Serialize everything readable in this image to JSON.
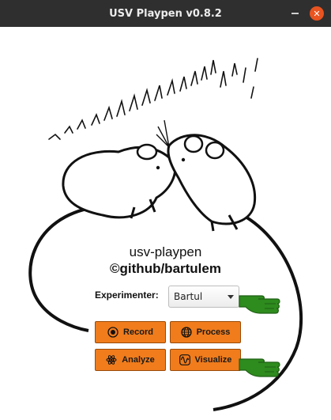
{
  "window": {
    "title": "USV Playpen v0.8.2"
  },
  "app": {
    "name": "usv-playpen",
    "credit": "©github/bartulem"
  },
  "experimenter": {
    "label": "Experimenter:",
    "selected": "Bartul"
  },
  "buttons": {
    "record": "Record",
    "process": "Process",
    "analyze": "Analyze",
    "visualize": "Visualize"
  },
  "colors": {
    "button": "#f07c1c",
    "titlebar": "#2f2f2f",
    "close": "#e95420",
    "pointer": "#2e8b1e"
  },
  "icons": [
    "minimize-icon",
    "close-icon",
    "record-icon",
    "process-icon",
    "analyze-icon",
    "visualize-icon",
    "pointing-hand-icon"
  ]
}
